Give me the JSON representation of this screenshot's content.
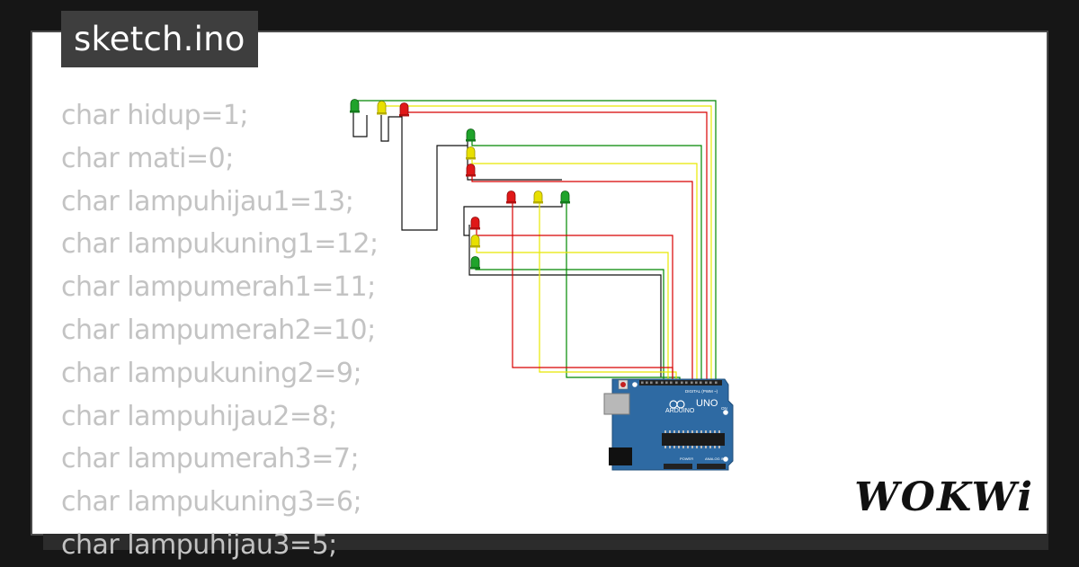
{
  "title": "sketch.ino",
  "code_lines": [
    "char hidup=1;",
    "char mati=0;",
    "char lampuhijau1=13;",
    "char lampukuning1=12;",
    "char lampumerah1=11;",
    "char lampumerah2=10;",
    "char lampukuning2=9;",
    "char lampuhijau2=8;",
    "char lampumerah3=7;",
    "char lampukuning3=6;",
    "char lampuhijau3=5;"
  ],
  "board": {
    "name": "UNO",
    "brand": "ARDUINO",
    "header_label": "DIGITAL (PWM ~)",
    "power_label": "POWER",
    "analog_label": "ANALOG IN",
    "on_label": "ON"
  },
  "logo": "WOKWi",
  "colors": {
    "led_green": "#1fa32b",
    "led_yellow": "#e8e000",
    "led_red": "#e01818",
    "wire_green": "#008800",
    "wire_yellow": "#e8e800",
    "wire_red": "#d80000",
    "board_blue": "#2e6aa3"
  }
}
